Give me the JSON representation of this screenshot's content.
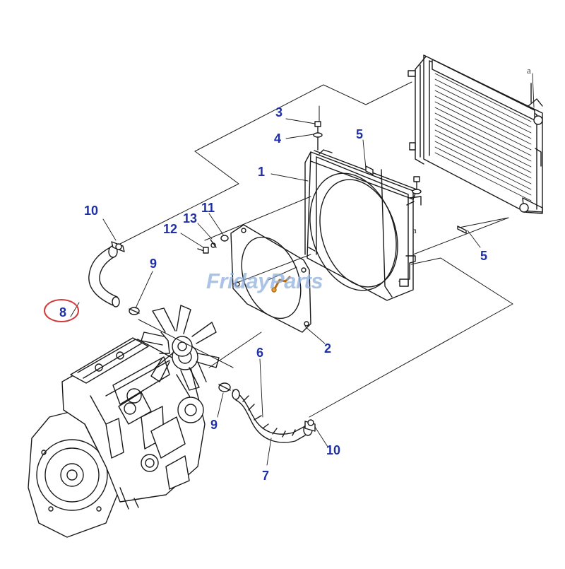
{
  "diagram": {
    "callouts": {
      "c1": "1",
      "c2": "2",
      "c3": "3",
      "c4": "4",
      "c5a": "5",
      "c5b": "5",
      "c6": "6",
      "c7": "7",
      "c8": "8",
      "c9a": "9",
      "c9b": "9",
      "c10a": "10",
      "c10b": "10",
      "c11": "11",
      "c12": "12",
      "c13": "13"
    },
    "refs": {
      "a_top": "a",
      "a_mid": "a"
    },
    "watermark": "FridayParts",
    "highlighted_part": "8",
    "colors": {
      "callout": "#1f2fa8",
      "line": "#1a1a1a",
      "highlight": "#d23a3a",
      "watermark": "#8fb0de",
      "fitting": "#e6a23c"
    }
  }
}
